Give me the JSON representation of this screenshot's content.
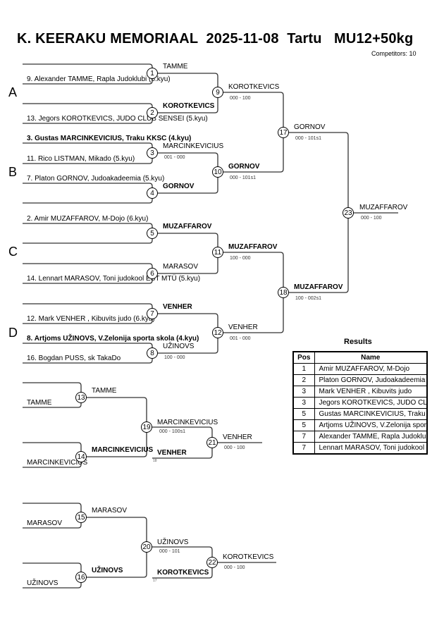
{
  "header": {
    "title": "K. KEERAKU MEMORIAAL  2025-11-08  Tartu   MU12+50kg",
    "competitors": "Competitors: 10"
  },
  "pools": [
    "A",
    "B",
    "C",
    "D"
  ],
  "entries": [
    {
      "slot": "1a",
      "label": "",
      "bold": false
    },
    {
      "slot": "1b",
      "label": "9. Alexander TAMME, Rapla Judoklubi (6.kyu)",
      "bold": false
    },
    {
      "slot": "2a",
      "label": "",
      "bold": false
    },
    {
      "slot": "2b",
      "label": "13. Jegors KOROTKEVICS, JUDO CLUB SENSEI (5.kyu)",
      "bold": false
    },
    {
      "slot": "3a",
      "label": "3. Gustas MARCINKEVICIUS, Traku KKSC (4.kyu)",
      "bold": true
    },
    {
      "slot": "3b",
      "label": "11. Rico LISTMAN, Mikado (5.kyu)",
      "bold": false
    },
    {
      "slot": "4a",
      "label": "7. Platon GORNOV, Judoakadeemia (5.kyu)",
      "bold": false
    },
    {
      "slot": "4b",
      "label": "",
      "bold": false
    },
    {
      "slot": "5a",
      "label": "2. Amir MUZAFFAROV, M-Dojo (6.kyu)",
      "bold": false
    },
    {
      "slot": "5b",
      "label": "",
      "bold": false
    },
    {
      "slot": "6a",
      "label": "",
      "bold": false
    },
    {
      "slot": "6b",
      "label": "14. Lennart MARASOV, Toni judokool EST MTÜ (5.kyu)",
      "bold": false
    },
    {
      "slot": "7a",
      "label": "",
      "bold": false
    },
    {
      "slot": "7b",
      "label": "12. Mark  VENHER , Kibuvits judo (6.kyu)",
      "bold": false
    },
    {
      "slot": "8a",
      "label": "8. Artjoms UŽINOVS, V.Zelonija sporta skola (4.kyu)",
      "bold": true
    },
    {
      "slot": "8b",
      "label": "16. Bogdan PUSS, sk TakaDo",
      "bold": false
    }
  ],
  "matches": [
    {
      "id": "1",
      "winner": "TAMME",
      "bold": false,
      "score": ""
    },
    {
      "id": "2",
      "winner": "KOROTKEVICS",
      "bold": true,
      "score": ""
    },
    {
      "id": "3",
      "winner": "MARCINKEVICIUS",
      "bold": false,
      "score": "001 - 000"
    },
    {
      "id": "4",
      "winner": "GORNOV",
      "bold": true,
      "score": ""
    },
    {
      "id": "5",
      "winner": "MUZAFFAROV",
      "bold": true,
      "score": ""
    },
    {
      "id": "6",
      "winner": "MARASOV",
      "bold": false,
      "score": ""
    },
    {
      "id": "7",
      "winner": "VENHER",
      "bold": true,
      "score": ""
    },
    {
      "id": "8",
      "winner": "UŽINOVS",
      "bold": false,
      "score": "100 - 000"
    },
    {
      "id": "9",
      "winner": "KOROTKEVICS",
      "bold": false,
      "score": "000 - 100"
    },
    {
      "id": "10",
      "winner": "GORNOV",
      "bold": true,
      "score": "000 - 101s1"
    },
    {
      "id": "11",
      "winner": "MUZAFFAROV",
      "bold": true,
      "score": "100 - 000"
    },
    {
      "id": "12",
      "winner": "VENHER",
      "bold": false,
      "score": "001 - 000"
    },
    {
      "id": "17",
      "winner": "GORNOV",
      "bold": false,
      "score": "000 - 101s1"
    },
    {
      "id": "18",
      "winner": "MUZAFFAROV",
      "bold": true,
      "score": "100 - 002s1"
    },
    {
      "id": "23",
      "winner": "MUZAFFAROV",
      "bold": false,
      "score": "000 - 100"
    }
  ],
  "repechage": {
    "entries": {
      "r13b": "TAMME",
      "r14b": "MARCINKEVICIUS",
      "r15b": "MARASOV",
      "r16b": "UŽINOVS"
    },
    "matches": [
      {
        "id": "13",
        "winner": "TAMME",
        "bold": false,
        "score": ""
      },
      {
        "id": "14",
        "winner": "MARCINKEVICIUS",
        "bold": true,
        "score": ""
      },
      {
        "id": "15",
        "winner": "MARASOV",
        "bold": false,
        "score": ""
      },
      {
        "id": "16",
        "winner": "UŽINOVS",
        "bold": true,
        "score": ""
      },
      {
        "id": "19",
        "winner": "MARCINKEVICIUS",
        "bold": false,
        "score": "000 - 100s1"
      },
      {
        "id": "20",
        "winner": "UŽINOVS",
        "bold": false,
        "score": "000 - 101"
      },
      {
        "id": "21",
        "winner": "VENHER",
        "bold": false,
        "score": "000 - 100"
      },
      {
        "id": "22",
        "winner": "KOROTKEVICS",
        "bold": false,
        "score": "000 - 100"
      }
    ],
    "crossover": [
      {
        "into": "21",
        "name": "VENHER",
        "bold": true,
        "ref": "18"
      },
      {
        "into": "22",
        "name": "KOROTKEVICS",
        "bold": true,
        "ref": "17"
      }
    ]
  },
  "results": {
    "title": "Results",
    "headers": {
      "pos": "Pos",
      "name": "Name"
    },
    "rows": [
      {
        "pos": "1",
        "name": "Amir MUZAFFAROV, M-Dojo"
      },
      {
        "pos": "2",
        "name": "Platon GORNOV, Judoakadeemia"
      },
      {
        "pos": "3",
        "name": "Mark  VENHER , Kibuvits judo"
      },
      {
        "pos": "3",
        "name": "Jegors KOROTKEVICS, JUDO CLUB SENSEI"
      },
      {
        "pos": "5",
        "name": "Gustas MARCINKEVICIUS, Traku KKSC"
      },
      {
        "pos": "5",
        "name": "Artjoms UŽINOVS, V.Zelonija sporta skola"
      },
      {
        "pos": "7",
        "name": "Alexander TAMME, Rapla Judoklubi"
      },
      {
        "pos": "7",
        "name": "Lennart MARASOV, Toni judokool EST MTÜ"
      }
    ]
  }
}
